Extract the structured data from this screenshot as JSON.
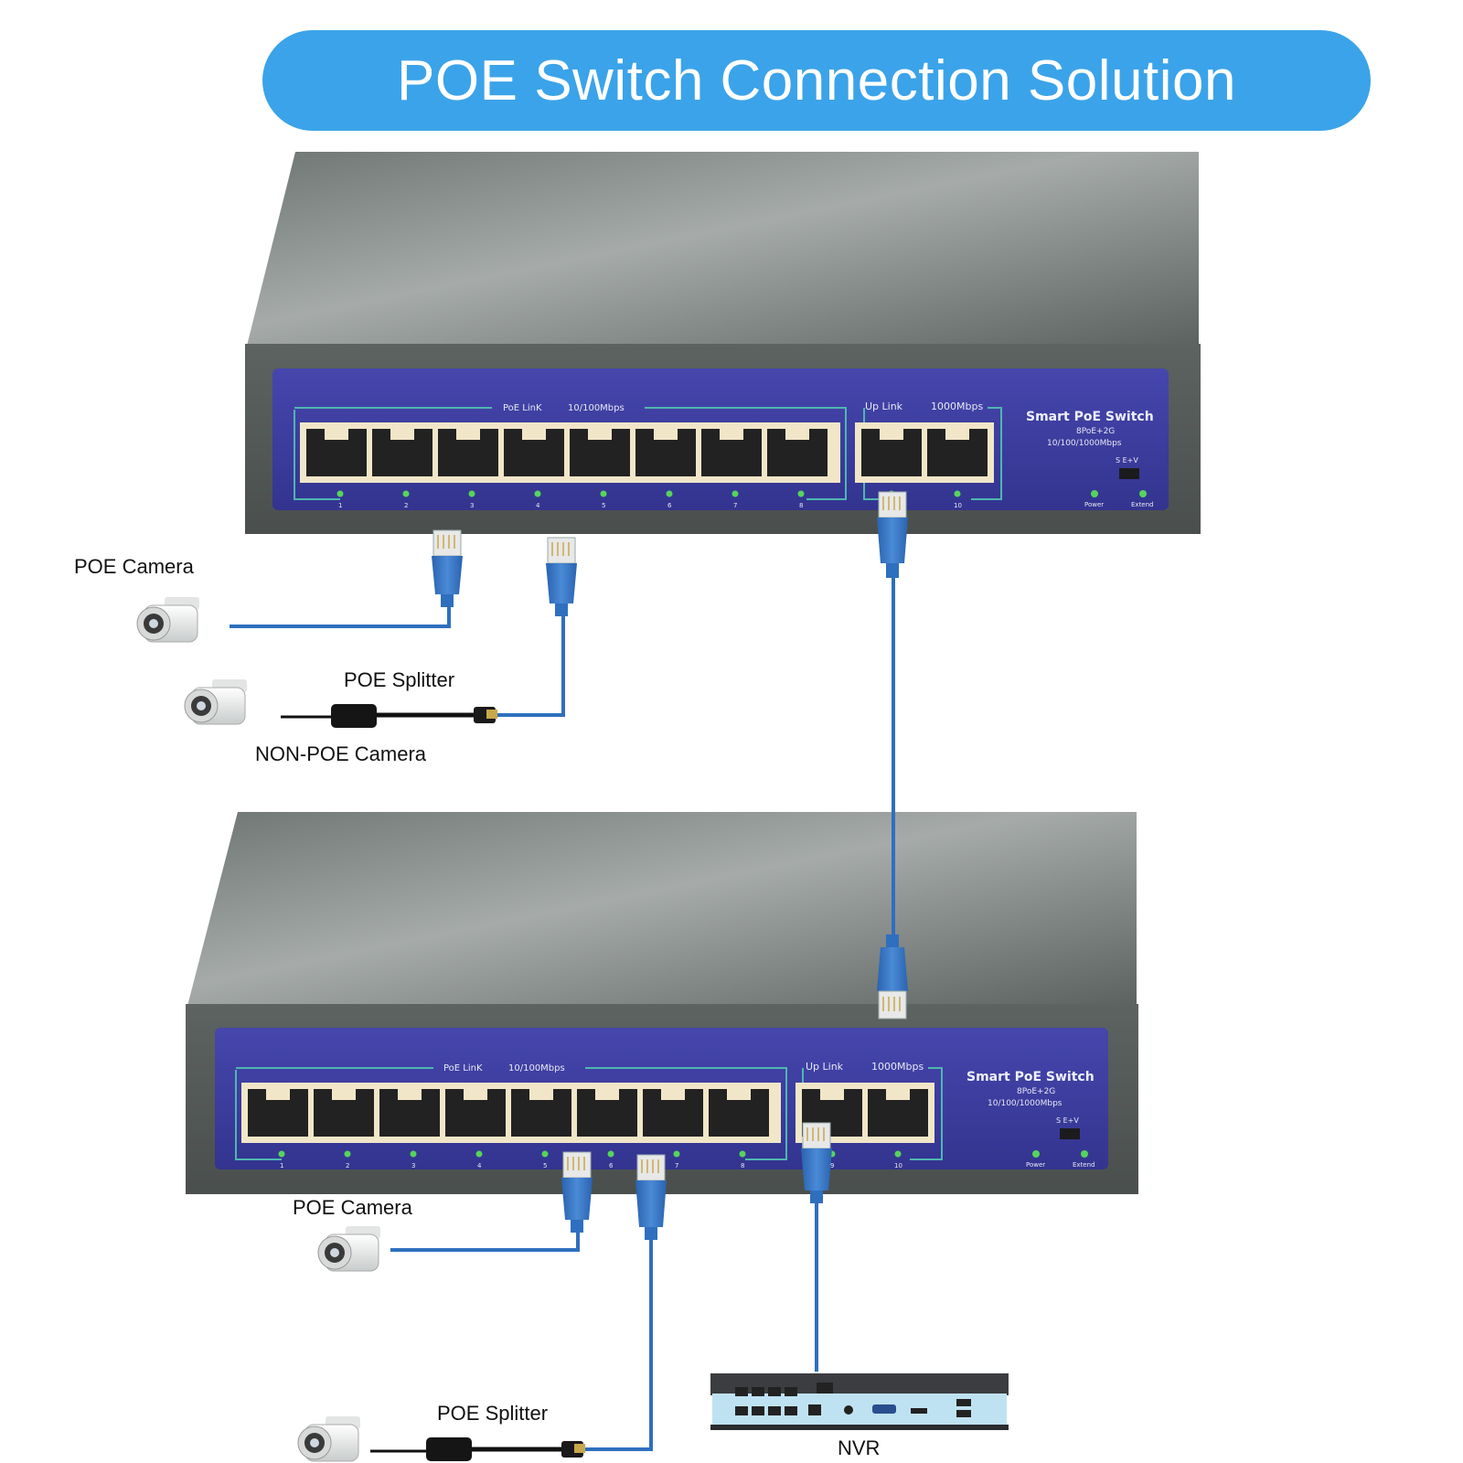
{
  "title": "POE Switch Connection Solution",
  "labels": {
    "poe_camera_top": "POE Camera",
    "poe_splitter_top": "POE Splitter",
    "non_poe_camera": "NON-POE Camera",
    "poe_camera_bottom": "POE Camera",
    "poe_splitter_bottom": "POE Splitter",
    "nvr": "NVR"
  },
  "switch": {
    "poe_link_label": "PoE LinK",
    "poe_speed_label": "10/100Mbps",
    "uplink_label": "Up Link",
    "uplink_speed_label": "1000Mbps",
    "brand_title": "Smart PoE Switch",
    "brand_sub1": "8PoE+2G",
    "brand_sub2": "10/100/1000Mbps",
    "port_numbers": [
      "1",
      "2",
      "3",
      "4",
      "5",
      "6",
      "7",
      "8",
      "9",
      "10"
    ],
    "switch_label": "S   E+V",
    "led_power": "Power",
    "led_extend": "Extend"
  },
  "colors": {
    "title_bg": "#3ba3e9",
    "cable": "#2f6fbf",
    "panel": "#3c3d9e",
    "chassis": "#5e6462"
  }
}
